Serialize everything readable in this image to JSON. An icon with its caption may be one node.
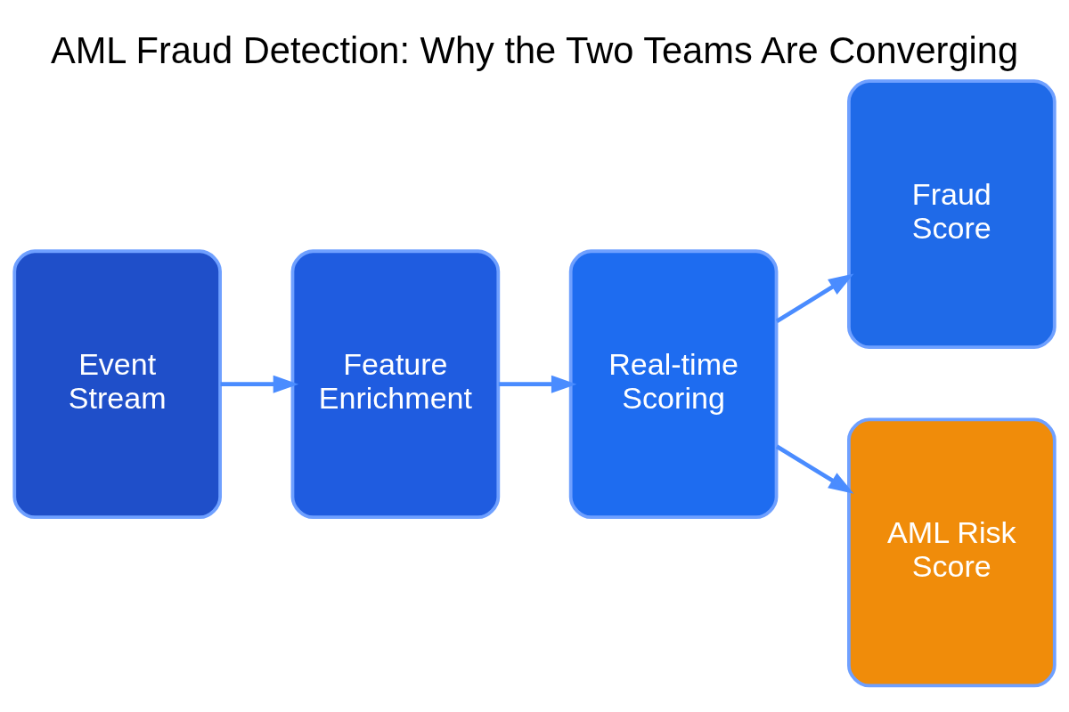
{
  "diagram": {
    "title": "AML Fraud Detection: Why the Two Teams Are Converging",
    "nodes": [
      {
        "text": [
          "Event Stream"
        ]
      },
      {
        "text": [
          "Feature Enrichment"
        ]
      },
      {
        "text": [
          "Real-time Scoring"
        ]
      },
      {
        "text": [
          "Fraud Score"
        ]
      },
      {
        "text": [
          "AML Risk Score"
        ]
      }
    ],
    "edges": [
      {
        "from": 0,
        "to": 1,
        "arrow": "to"
      },
      {
        "from": 1,
        "to": 2,
        "arrow": "to"
      },
      {
        "from": 2,
        "to": 3,
        "arrow": "to"
      },
      {
        "from": 2,
        "to": 4,
        "arrow": "to"
      }
    ]
  }
}
